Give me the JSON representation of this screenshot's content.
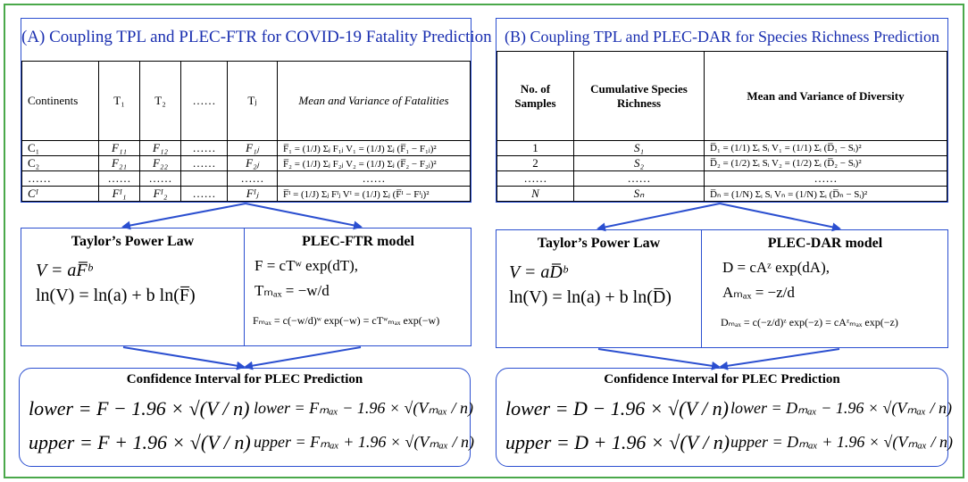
{
  "panelA": {
    "title": "(A) Coupling TPL and PLEC-FTR for COVID-19 Fatality Prediction",
    "headers": [
      "Continents",
      "T₁",
      "T₂",
      "……",
      "Tⱼ",
      "Mean and Variance of Fatalities"
    ],
    "rows": [
      {
        "c": "C₁",
        "a": "F₁₁",
        "b": "F₁₂",
        "d": "……",
        "e": "F₁ⱼ",
        "mv": "F̅₁ = (1/J) Σⱼ F₁ⱼ    V₁ = (1/J) Σⱼ (F̅₁ − F₁ⱼ)²"
      },
      {
        "c": "C₂",
        "a": "F₂₁",
        "b": "F₂₂",
        "d": "……",
        "e": "F₂ⱼ",
        "mv": "F̅₂ = (1/J) Σⱼ F₂ⱼ    V₂ = (1/J) Σⱼ (F̅₂ − F₂ⱼ)²"
      },
      {
        "c": "……",
        "a": "……",
        "b": "……",
        "d": "",
        "e": "……",
        "mv": "……"
      },
      {
        "c": "Cᴵ",
        "a": "Fᴵ₁",
        "b": "Fᴵ₂",
        "d": "……",
        "e": "Fᴵⱼ",
        "mv": "F̅ᴵ = (1/J) Σⱼ Fᴵⱼ    Vᴵ = (1/J) Σⱼ (F̅ᴵ − Fᴵⱼ)²"
      }
    ],
    "tpl_title": "Taylor’s Power Law",
    "tpl_eq1": "V = aF̅ᵇ",
    "tpl_eq2": "ln(V) = ln(a) + b ln(F̅)",
    "model_title": "PLEC-FTR model",
    "model_eq1": "F = cTʷ exp(dT),",
    "model_eq2": "Tₘₐₓ = −w/d",
    "model_eq3": "Fₘₐₓ = c(−w/d)ʷ exp(−w) = cTʷₘₐₓ exp(−w)",
    "ci_title": "Confidence Interval for PLEC Prediction",
    "ci_l1": "lower = F − 1.96 × √(V / n)",
    "ci_l2": "lower = Fₘₐₓ − 1.96 × √(Vₘₐₓ / n)",
    "ci_u1": "upper = F + 1.96 × √(V / n)",
    "ci_u2": "upper = Fₘₐₓ + 1.96 × √(Vₘₐₓ / n)"
  },
  "panelB": {
    "title": "(B) Coupling TPL and PLEC-DAR for Species Richness Prediction",
    "headers": [
      "No. of Samples",
      "Cumulative Species Richness",
      "Mean and Variance of Diversity"
    ],
    "rows": [
      {
        "n": "1",
        "s": "S₁",
        "mv": "D̅₁ = (1/1) Σᵢ Sᵢ    V₁ = (1/1) Σᵢ (D̅₁ − Sᵢ)²"
      },
      {
        "n": "2",
        "s": "S₂",
        "mv": "D̅₂ = (1/2) Σᵢ Sᵢ    V₂ = (1/2) Σᵢ (D̅₂ − Sᵢ)²"
      },
      {
        "n": "……",
        "s": "……",
        "mv": "……"
      },
      {
        "n": "N",
        "s": "Sₙ",
        "mv": "D̅ₙ = (1/N) Σᵢ Sᵢ    Vₙ = (1/N) Σᵢ (D̅ₙ − Sᵢ)²"
      }
    ],
    "tpl_title": "Taylor’s Power Law",
    "tpl_eq1": "V = aD̅ᵇ",
    "tpl_eq2": "ln(V) = ln(a) + b ln(D̅)",
    "model_title": "PLEC-DAR model",
    "model_eq1": "D = cAᶻ exp(dA),",
    "model_eq2": "Aₘₐₓ = −z/d",
    "model_eq3": "Dₘₐₓ = c(−z/d)ᶻ exp(−z) = cAᶻₘₐₓ exp(−z)",
    "ci_title": "Confidence Interval for PLEC Prediction",
    "ci_l1": "lower = D − 1.96 × √(V / n)",
    "ci_l2": "lower = Dₘₐₓ − 1.96 × √(Vₘₐₓ / n)",
    "ci_u1": "upper = D + 1.96 × √(V / n)",
    "ci_u2": "upper = Dₘₐₓ + 1.96 × √(Vₘₐₓ / n)"
  },
  "colors": {
    "frame": "#4aa84a",
    "box": "#2b4fd0",
    "title": "#1a2fb0"
  }
}
